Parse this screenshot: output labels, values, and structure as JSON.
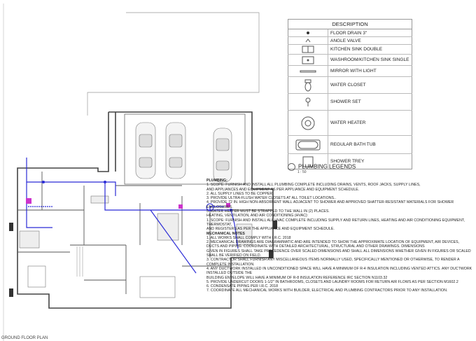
{
  "legend": {
    "header": "DESCRIPTION",
    "items": [
      {
        "label": "FLOOR DRAIN 3\"",
        "icon": "floor-drain-icon"
      },
      {
        "label": "ANGLE VALVE",
        "icon": "angle-valve-icon"
      },
      {
        "label": "KITCHEN SINK DOUBLE",
        "icon": "kitchen-sink-double-icon"
      },
      {
        "label": "WASHROOM/KITCHEN SINK SINGLE",
        "icon": "sink-single-icon"
      },
      {
        "label": "MIRROR WITH LIGHT",
        "icon": "mirror-light-icon"
      },
      {
        "label": "WATER CLOSET",
        "icon": "water-closet-icon"
      },
      {
        "label": "SHOWER SET",
        "icon": "shower-set-icon"
      },
      {
        "label": "WATER HEATER",
        "icon": "water-heater-icon"
      },
      {
        "label": "REGULAR BATH TUB",
        "icon": "bath-tub-icon"
      },
      {
        "label": "SHOWER TREY",
        "icon": "shower-tray-icon"
      }
    ],
    "title": "PLUMBING LEGENDS",
    "scale": "1 : 50"
  },
  "notes": {
    "plumbing_heading": "PLUMBING:",
    "plumbing_lines": [
      "1. SCOPE: FURNISH AND INSTALL ALL PLUMBING COMPLETE INCLUDING DRAINS, VENTS, ROOF JACKS, SUPPLY LINES,",
      "AND APPLIANCES AND EQUIPMENT AS PER APPLIANCE AND EQUIPMENT SCHEDULE.",
      "2. ALL SUPPLY LINES TO BE COPPER.",
      "3. PROVIDE ULTRA-FLUSH WATER CLOSETS AT ALL TOILET LOCATIONS..",
      "4. PROVIDE 72 IN. HIGH NON-ABSORBENT WALL ADJACENT TO SHOWER AND APPROVED SHATTER-RESISTANT MATERIALS FOR SHOWER ENCLOSURES.",
      "5. WATER HEATER MUST BE STRAPPED TO THE WALL IN (2) PLACES.",
      "HEATING, VENTILATION, AND AIR CONDITIONING (HVAC):",
      "1. SCOPE: FURNISH AND INSTALL ALL HVAC COMPLETE INCLUDING SUPPLY AND RETURN LINES, HEATING AND AIR CONDITIONING EQUIPMENT, THERMOSTAT,",
      "AND REGISTERS AS PER THE APPLIANCE AND EQUIPMENT SCHEDULE."
    ],
    "mechanical_heading": "MECHANICAL NOTES",
    "mechanical_lines": [
      "1. ALL WORKS SHALL COMPLY WITH I.R.C. 2018",
      "2. MECHANICAL DRAWINGS ARE DIAGRAMMATIC AND ARE INTENDED TO SHOW THE APPROXIMATE LOCATION OF EQUIPMENT, AIR DEVICES, DUCTS AND PIPING. COORDINATE WITH DETAILED ARCHITECTURAL, STRUCTURAL AND OTHER DRAWINGS. DIMENSIONS",
      "GIVEN IN FIGURES SHALL TAKE PRECEDENCE OVER SCALED DIMENSIONS AND SHALL ALL DIMENSIONS WHETHER GIVEN IN FIGURES OR SCALED SHALL BE VERIFIED ON FIELD.",
      "3. CONTRACTOR SHALL FURNISH ANY MISCELLANEOUS ITEMS NORMALLY USED, SPECIFICALLY MENTIONED OR OTHERWISE, TO RENDER A COMPLETE INSTALLATION.",
      "4. ANY DUCTWORK INSTALLED IN UNCONDITIONED SPACE WILL HAVE A MINIMUM OF R-4 INSULATION INCLUDING VENTED ATTICS. ANY DUCTWORK INSTALLED OUTSIDE THE",
      "BUILDING ENVELOPE WILL HAVE A MINIMUM OF R-8 INSULATION REFERENCE IRC SECTION N1103.32",
      "5. PROVIDE UNDERCUT DOORS 1-1/2\" IN BATHROOMS, CLOSETS AND LAUNDRY ROOMS FOR RETURN AIR FLOWS AS PER SECTION M1602.2",
      "6. CONDENSATE PIPING PER I.R.C. 2018",
      "7. COORDINATE ALL MECHANICAL WORKS WITH BUILDER, ELECTRICAL AND PLUMBING CONTRACTORS PRIOR TO ANY INSTALLATION."
    ]
  },
  "drawing_title": "GROUND FLOOR PLAN",
  "colors": {
    "pipe": "#2b2bd6",
    "fixture_accent": "#cc33cc",
    "wall": "#444444"
  }
}
